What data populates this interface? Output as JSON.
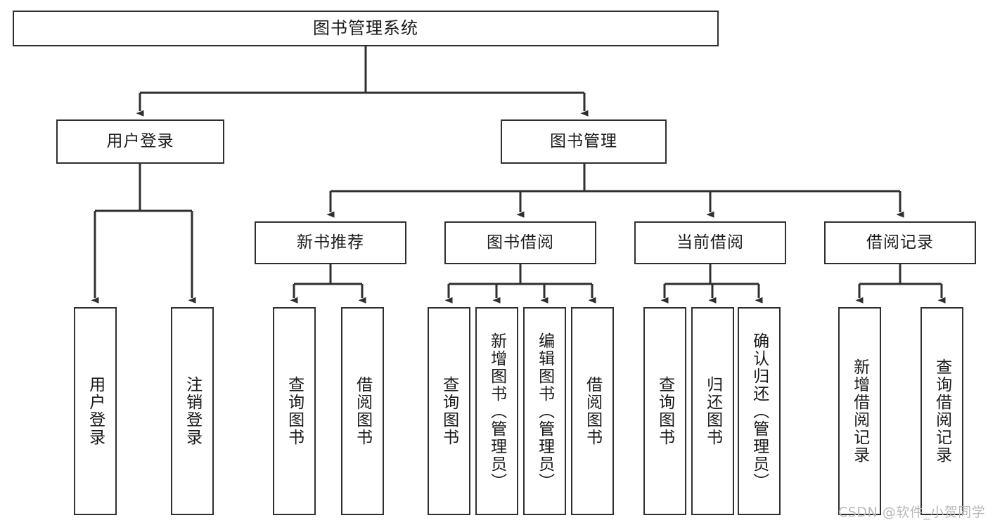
{
  "diagram": {
    "title": "图书管理系统",
    "watermark": "CSDN @软件_小贺同学",
    "stroke_color": "#2f2f2f",
    "fill_color": "#ffffff",
    "text_color": "#1a1a1a",
    "watermark_color": "#b9b9b9"
  },
  "nodes": {
    "root": {
      "label": "图书管理系统"
    },
    "level2": [
      {
        "label": "用户登录"
      },
      {
        "label": "图书管理"
      }
    ],
    "level3": [
      {
        "label": "新书推荐"
      },
      {
        "label": "图书借阅"
      },
      {
        "label": "当前借阅"
      },
      {
        "label": "借阅记录"
      }
    ],
    "leaves": {
      "user_login": [
        {
          "label": "用户登录"
        },
        {
          "label": "注销登录"
        }
      ],
      "new_book_recommend": [
        {
          "label": "查询图书"
        },
        {
          "label": "借阅图书"
        }
      ],
      "book_borrow": [
        {
          "label": "查询图书"
        },
        {
          "label": "新增图书（管理员）"
        },
        {
          "label": "编辑图书（管理员）"
        },
        {
          "label": "借阅图书"
        }
      ],
      "current_borrow": [
        {
          "label": "查询图书"
        },
        {
          "label": "归还图书"
        },
        {
          "label": "确认归还（管理员）"
        }
      ],
      "borrow_record": [
        {
          "label": "新增借阅记录"
        },
        {
          "label": "查询借阅记录"
        }
      ]
    }
  }
}
